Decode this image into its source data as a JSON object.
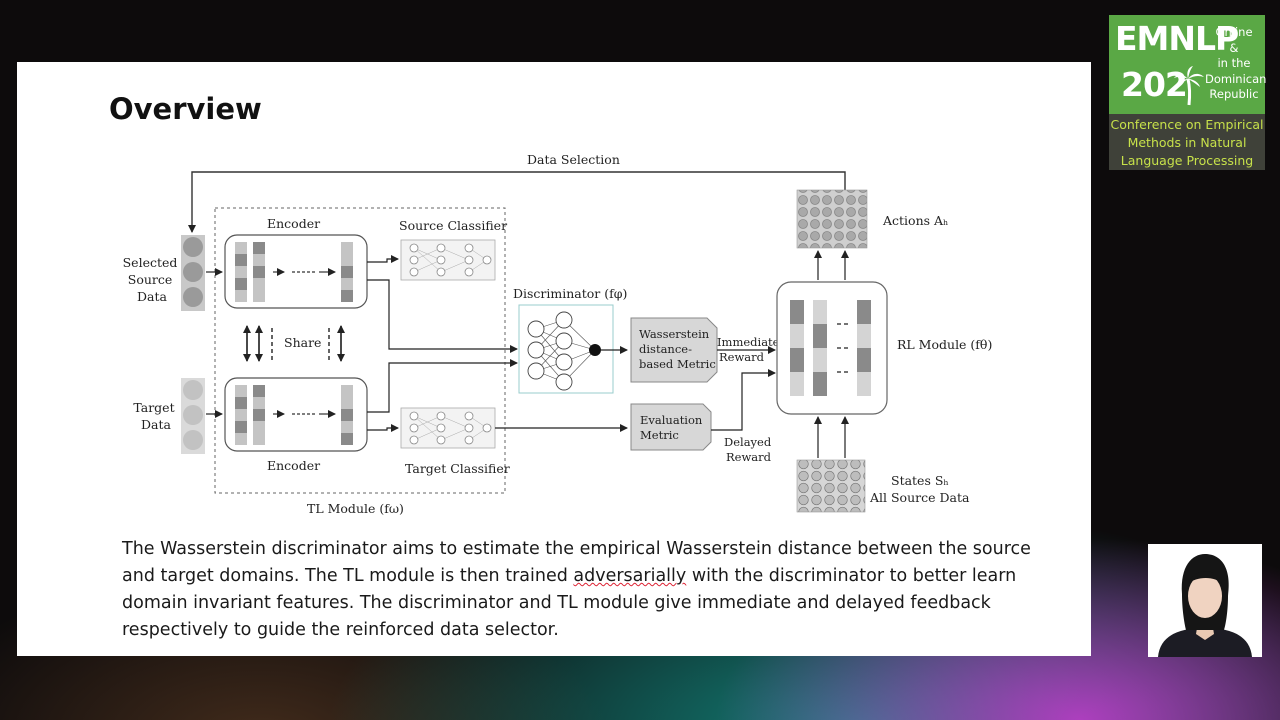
{
  "slide": {
    "title": "Overview",
    "caption": {
      "part1": "The Wasserstein discriminator aims to estimate the empirical Wasserstein distance between the source and target domains. The TL module is then trained ",
      "underlined": "adversarially",
      "part2": " with the discriminator to better learn domain invariant features. The discriminator and TL module give immediate and delayed feedback respectively to guide the reinforced data selector."
    }
  },
  "diagram": {
    "data_selection": "Data Selection",
    "selected_source_lines": [
      "Selected",
      "Source",
      "Data"
    ],
    "target_data_lines": [
      "Target",
      "Data"
    ],
    "encoder_top": "Encoder",
    "encoder_bottom": "Encoder",
    "share": "Share",
    "source_classifier": "Source Classifier",
    "target_classifier": "Target Classifier",
    "tl_module": "TL Module (fω)",
    "discriminator": "Discriminator (fφ)",
    "wasserstein_metric_lines": [
      "Wasserstein",
      "distance-",
      "based Metric"
    ],
    "evaluation_metric_lines": [
      "Evaluation",
      "Metric"
    ],
    "immediate_reward_lines": [
      "Immediate",
      "Reward"
    ],
    "delayed_reward_lines": [
      "Delayed",
      "Reward"
    ],
    "rl_module": "RL Module (fθ)",
    "actions": "Actions Aₕ",
    "states_lines": [
      "States Sₕ",
      "All Source Data"
    ],
    "dashes": "––––"
  },
  "logo": {
    "line1": "EMNLP",
    "line2": "202",
    "side_lines": [
      "Online",
      "&",
      "in the",
      "Dominican",
      "Republic"
    ],
    "bar_lines": [
      "Conference on Empirical",
      "Methods in Natural",
      "Language Processing"
    ]
  },
  "colors": {
    "logo_green": "#5aa845",
    "logo_bar": "#3f4139",
    "logo_bar_text": "#c7e14a",
    "slide_bg": "#ffffff"
  }
}
